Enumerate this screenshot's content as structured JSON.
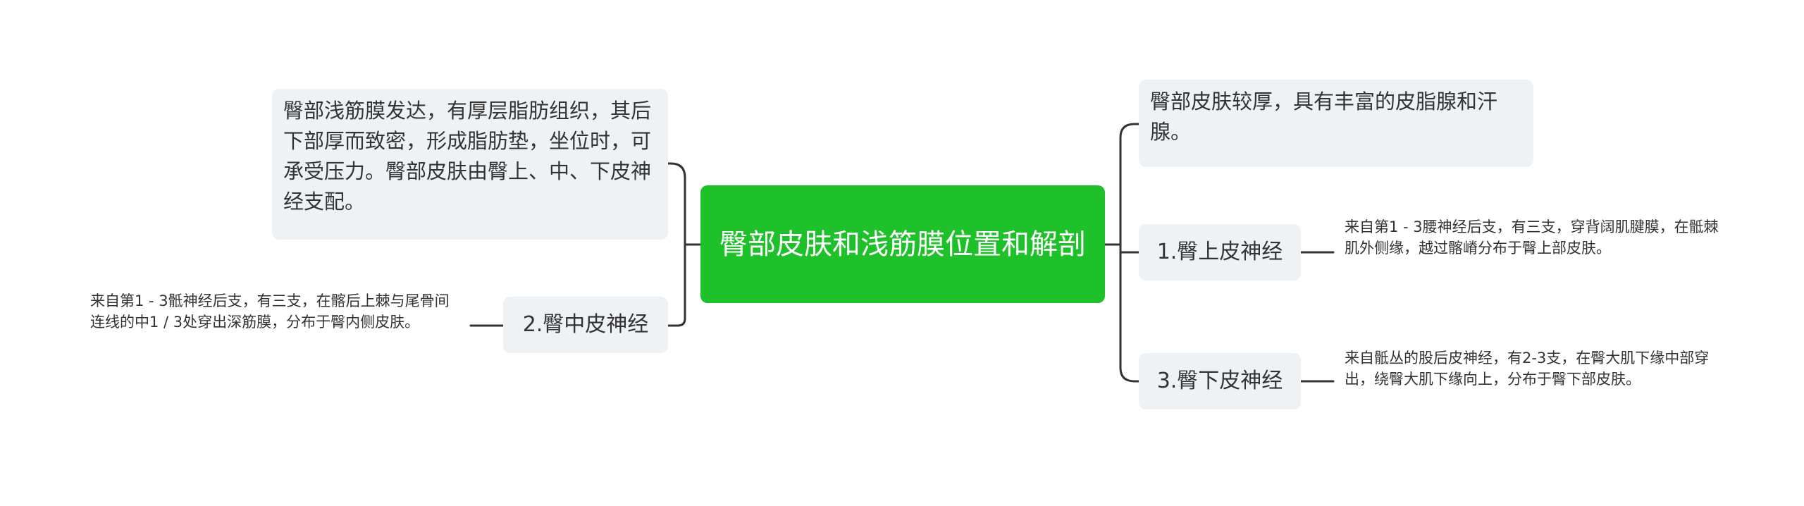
{
  "root": {
    "title": "臀部皮肤和浅筋膜位置和解剖"
  },
  "left": {
    "fascia_text": "臀部浅筋膜发达，有厚层脂肪组织，其后下部厚而致密，形成脂肪垫，坐位时，可承受压力。臀部皮肤由臀上、中、下皮神经支配。",
    "branch_middle": {
      "label": "2.臀中皮神经",
      "detail": "来自第1 - 3骶神经后支，有三支，在髂后上棘与尾骨间连线的中1 / 3处穿出深筋膜，分布于臀内侧皮肤。"
    }
  },
  "right": {
    "skin_text": "臀部皮肤较厚，具有丰富的皮脂腺和汗腺。",
    "branch_upper": {
      "label": "1.臀上皮神经",
      "detail": "来自第1 - 3腰神经后支，有三支，穿背阔肌腱膜，在骶棘肌外侧缘，越过髂嵴分布于臀上部皮肤。"
    },
    "branch_lower": {
      "label": "3.臀下皮神经",
      "detail": "来自骶丛的股后皮神经，有2-3支，在臀大肌下缘中部穿出，绕臀大肌下缘向上，分布于臀下部皮肤。"
    }
  },
  "colors": {
    "root_fill": "#1ec12a",
    "node_fill": "#eff2f5",
    "connector": "#333333"
  }
}
